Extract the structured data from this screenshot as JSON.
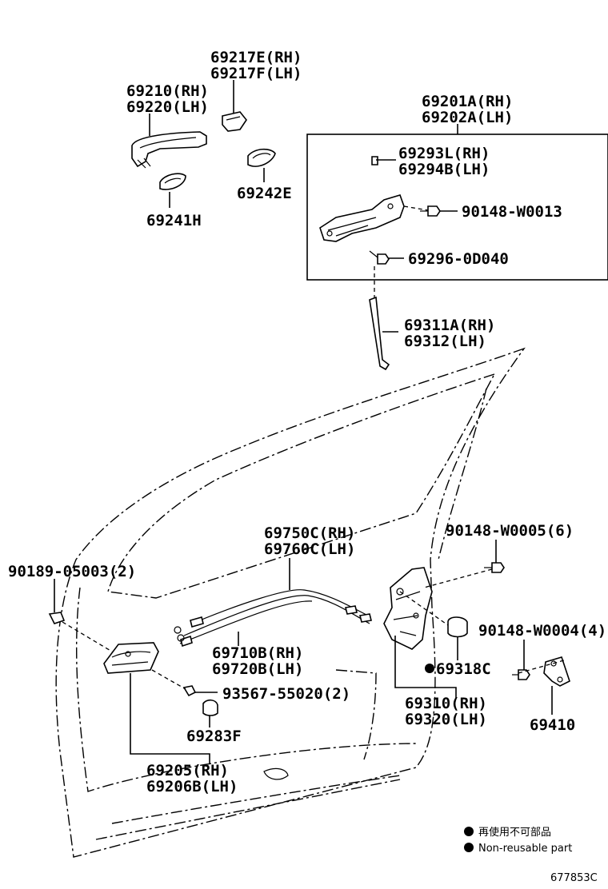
{
  "labels": {
    "p69217": [
      "69217E(RH)",
      "69217F(LH)"
    ],
    "p69210": [
      "69210(RH)",
      "69220(LH)"
    ],
    "p69241": "69241H",
    "p69242": "69242E",
    "p69201": [
      "69201A(RH)",
      "69202A(LH)"
    ],
    "p69293": [
      "69293L(RH)",
      "69294B(LH)"
    ],
    "p90148_13": "90148-W0013",
    "p69296": "69296-0D040",
    "p69311": [
      "69311A(RH)",
      "69312(LH)"
    ],
    "p69750": [
      "69750C(RH)",
      "69760C(LH)"
    ],
    "p90148_05": "90148-W0005(6)",
    "p90189": "90189-05003(2)",
    "p90148_04": "90148-W0004(4)",
    "p69710": [
      "69710B(RH)",
      "69720B(LH)"
    ],
    "p69318": "69318C",
    "p93567": "93567-55020(2)",
    "p69310": [
      "69310(RH)",
      "69320(LH)"
    ],
    "p69410": "69410",
    "p69283": "69283F",
    "p69205": [
      "69205(RH)",
      "69206B(LH)"
    ]
  },
  "legend": {
    "jp": "再使用不可部品",
    "en": "Non-reusable part"
  },
  "drawing_code": "677853C"
}
